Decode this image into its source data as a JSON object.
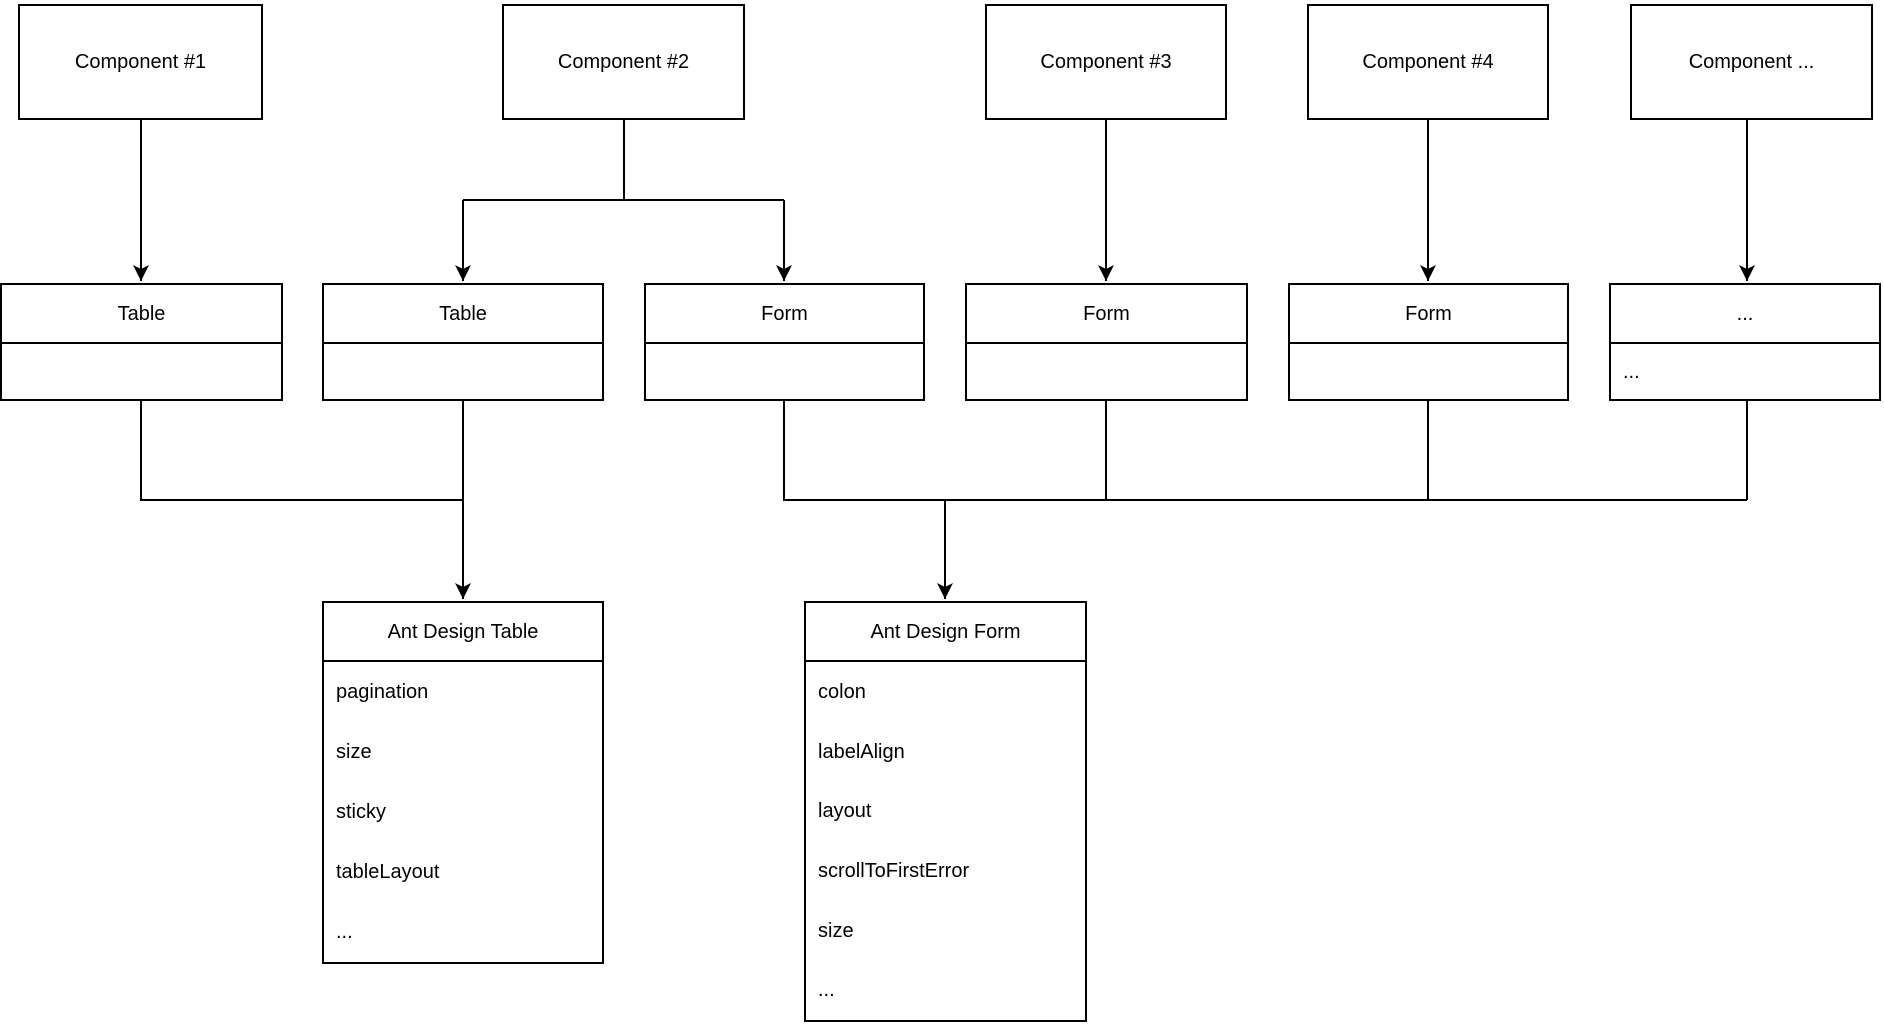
{
  "diagram": {
    "colors": {
      "stroke": "#000000",
      "background": "#ffffff",
      "text": "#000000"
    },
    "components": [
      {
        "label": "Component #1"
      },
      {
        "label": "Component #2"
      },
      {
        "label": "Component #3"
      },
      {
        "label": "Component #4"
      },
      {
        "label": "Component ..."
      }
    ],
    "nodes": [
      {
        "title": "Table",
        "body": ""
      },
      {
        "title": "Table",
        "body": ""
      },
      {
        "title": "Form",
        "body": ""
      },
      {
        "title": "Form",
        "body": ""
      },
      {
        "title": "Form",
        "body": ""
      },
      {
        "title": "...",
        "body": "..."
      }
    ],
    "details": [
      {
        "title": "Ant Design Table",
        "props": [
          "pagination",
          "size",
          "sticky",
          "tableLayout",
          "..."
        ]
      },
      {
        "title": "Ant Design Form",
        "props": [
          "colon",
          "labelAlign",
          "layout",
          "scrollToFirstError",
          "size",
          "..."
        ]
      }
    ]
  }
}
